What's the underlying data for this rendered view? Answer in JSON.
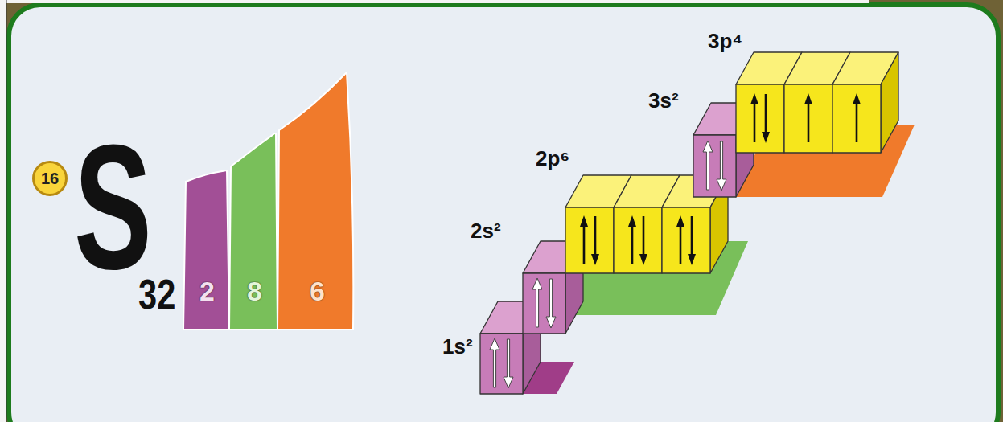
{
  "diagram": {
    "nodes": [
      {
        "text": [
          "16"
        ]
      },
      {
        "text": [
          "2"
        ]
      },
      {
        "text": [
          "8"
        ]
      },
      {
        "text": [
          "6"
        ]
      }
    ],
    "labels": [
      "S",
      "32",
      "1s²",
      "2s²",
      "2p⁶",
      "3s²",
      "3p⁴"
    ]
  }
}
